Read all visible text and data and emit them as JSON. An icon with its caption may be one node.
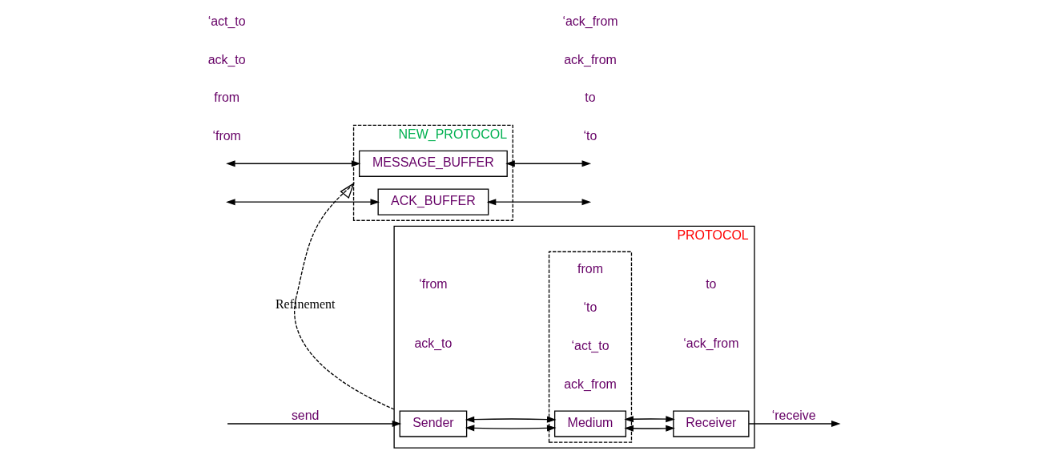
{
  "diagram": {
    "nodes": [
      {
        "text": [
          "PROTOCOL"
        ]
      },
      {
        "text": [
          "Sender"
        ],
        "in": 0
      },
      {
        "text": [],
        "shape": "box",
        "in": 0
      },
      {
        "text": [
          "Medium"
        ],
        "in": 2
      },
      {
        "text": [
          "Receiver"
        ],
        "in": 0
      },
      {
        "text": [
          "NEW_PROTOCOL"
        ]
      },
      {
        "text": [
          "MESSAGE_BUFFER"
        ],
        "in": 5
      },
      {
        "text": [
          "ACK_BUFFER"
        ],
        "in": 5
      }
    ],
    "edges": [
      {
        "from": null,
        "to": 1,
        "arrow": "to",
        "label": "send"
      },
      {
        "from": 1,
        "to": 3,
        "arrow": "both"
      },
      {
        "from": 1,
        "to": 3,
        "arrow": "both"
      },
      {
        "from": 3,
        "to": 4,
        "arrow": "both"
      },
      {
        "from": 3,
        "to": 4,
        "arrow": "both"
      },
      {
        "from": 4,
        "to": null,
        "arrow": "to",
        "label": "‘receive"
      },
      {
        "from": 0,
        "to": 5,
        "arrow": "to",
        "label": "Refinement",
        "style": "dashed",
        "color": "#000000"
      },
      {
        "from": null,
        "to": 6,
        "arrow": "both"
      },
      {
        "from": null,
        "to": 7,
        "arrow": "both"
      },
      {
        "from": 6,
        "to": null,
        "arrow": "both"
      },
      {
        "from": 7,
        "to": null,
        "arrow": "both"
      }
    ],
    "labels": [
      "‘from",
      "from",
      "‘to",
      "to",
      "ack_to",
      "‘act_to",
      "ack_from",
      "‘ack_from",
      "‘from",
      "from",
      "‘to",
      "to",
      "ack_to",
      "‘act_to",
      "ack_from",
      "‘ack_from"
    ]
  }
}
